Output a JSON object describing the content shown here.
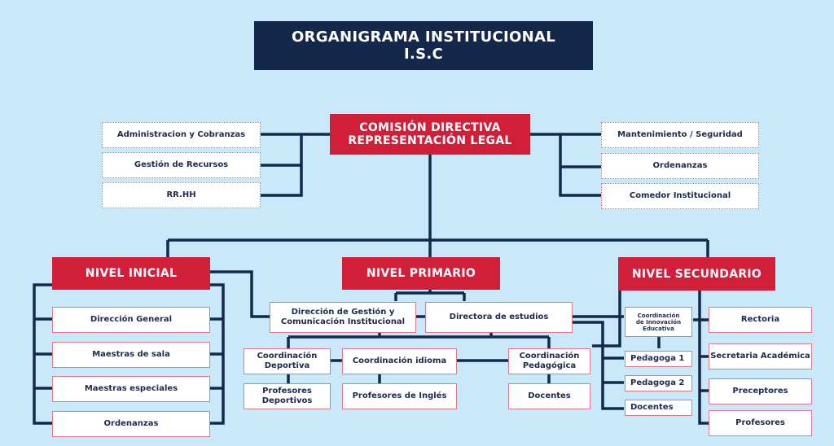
{
  "title": {
    "line1": "ORGANIGRAMA INSTITUCIONAL",
    "line2": "I.S.C"
  },
  "colors": {
    "background": "#c9e9fa",
    "navy": "#14284b",
    "red": "#d11f3a",
    "box_border": "#e2798a"
  },
  "top": {
    "head": {
      "line1": "COMISIÓN DIRECTIVA",
      "line2": "REPRESENTACIÓN LEGAL"
    },
    "left_units": [
      "Administracion y Cobranzas",
      "Gestión de Recursos",
      "RR.HH"
    ],
    "right_units": [
      "Mantenimiento / Seguridad",
      "Ordenanzas",
      "Comedor Institucional"
    ]
  },
  "inicial": {
    "head": "NIVEL INICIAL",
    "units": [
      "Dirección General",
      "Maestras de sala",
      "Maestras especiales",
      "Ordenanzas"
    ]
  },
  "primario": {
    "head": "NIVEL PRIMARIO",
    "direccion": {
      "line1": "Dirección de Gestión y",
      "line2": "Comunicación Institucional"
    },
    "directora": "Directora de estudios",
    "coord_deportiva": {
      "line1": "Coordinación",
      "line2": "Deportiva"
    },
    "coord_idioma": "Coordinación idioma",
    "coord_pedagogica": {
      "line1": "Coordinación",
      "line2": "Pedagógica"
    },
    "prof_deportivos": {
      "line1": "Profesores",
      "line2": "Deportivos"
    },
    "prof_ingles": "Profesores de Inglés",
    "docentes": "Docentes"
  },
  "secundario": {
    "head": "NIVEL SECUNDARIO",
    "coord_innovacion": {
      "line1": "Coordinación",
      "line2": "de Innovación",
      "line3": "Educativa"
    },
    "innovacion_units": [
      "Pedagoga 1",
      "Pedagoga 2",
      "Docentes"
    ],
    "units": [
      "Rectoria",
      "Secretaria Académica",
      "Preceptores",
      "Profesores"
    ]
  }
}
